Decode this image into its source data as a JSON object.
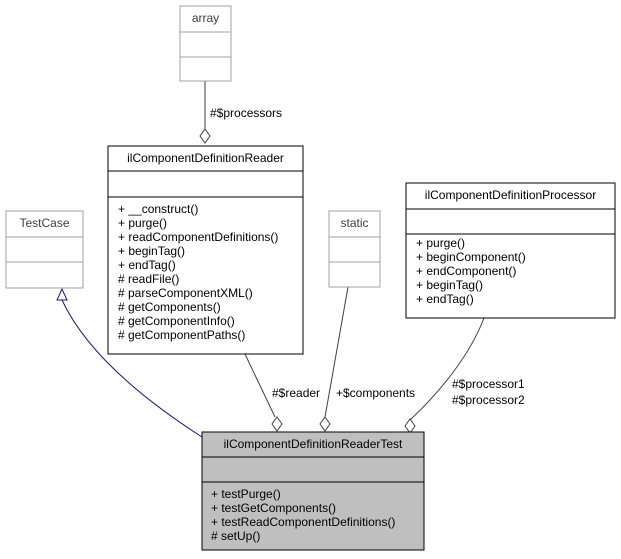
{
  "classes": {
    "array": {
      "name": "array"
    },
    "reader": {
      "name": "ilComponentDefinitionReader",
      "members": [
        "+ __construct()",
        "+ purge()",
        "+ readComponentDefinitions()",
        "+ beginTag()",
        "+ endTag()",
        "# readFile()",
        "# parseComponentXML()",
        "# getComponents()",
        "# getComponentInfo()",
        "# getComponentPaths()"
      ]
    },
    "testcase": {
      "name": "TestCase"
    },
    "static": {
      "name": "static"
    },
    "processor": {
      "name": "ilComponentDefinitionProcessor",
      "members": [
        "+ purge()",
        "+ beginComponent()",
        "+ endComponent()",
        "+ beginTag()",
        "+ endTag()"
      ]
    },
    "test": {
      "name": "ilComponentDefinitionReaderTest",
      "members": [
        "+ testPurge()",
        "+ testGetComponents()",
        "+ testReadComponentDefinitions()",
        "# setUp()"
      ]
    }
  },
  "edges": {
    "processors": "#$processors",
    "reader": "#$reader",
    "components": "+$components",
    "processor1": "#$processor1",
    "processor2": "#$processor2"
  },
  "colors": {
    "highlight_fill": "#bfbfbf",
    "inheritance_stroke": "#191970",
    "composition_stroke": "#404040",
    "gray_border": "#a0a0a0"
  }
}
